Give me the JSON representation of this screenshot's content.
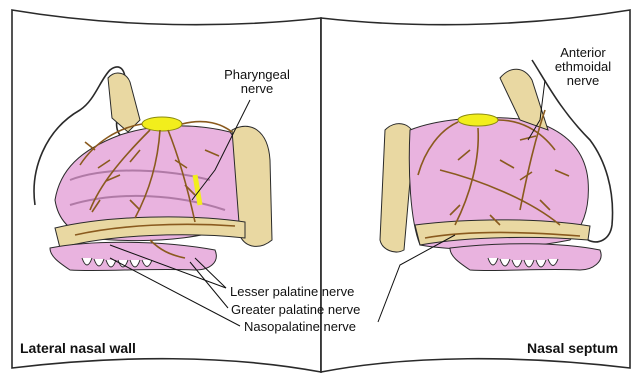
{
  "labels": {
    "pharyngeal_nerve": "Pharyngeal\nnerve",
    "anterior_ethmoidal_nerve": "Anterior\nethmoidal\nnerve",
    "lesser_palatine_nerve": "Lesser palatine nerve",
    "greater_palatine_nerve": "Greater palatine nerve",
    "nasopalatine_nerve": "Nasopalatine nerve"
  },
  "panels": {
    "left_caption": "Lateral nasal wall",
    "right_caption": "Nasal septum"
  },
  "colors": {
    "mucosa": "#e9b3df",
    "bone": "#e9d8a2",
    "ganglion": "#f2ee1c",
    "nerve": "#8a5a1e",
    "outline": "#2a2a2a"
  }
}
